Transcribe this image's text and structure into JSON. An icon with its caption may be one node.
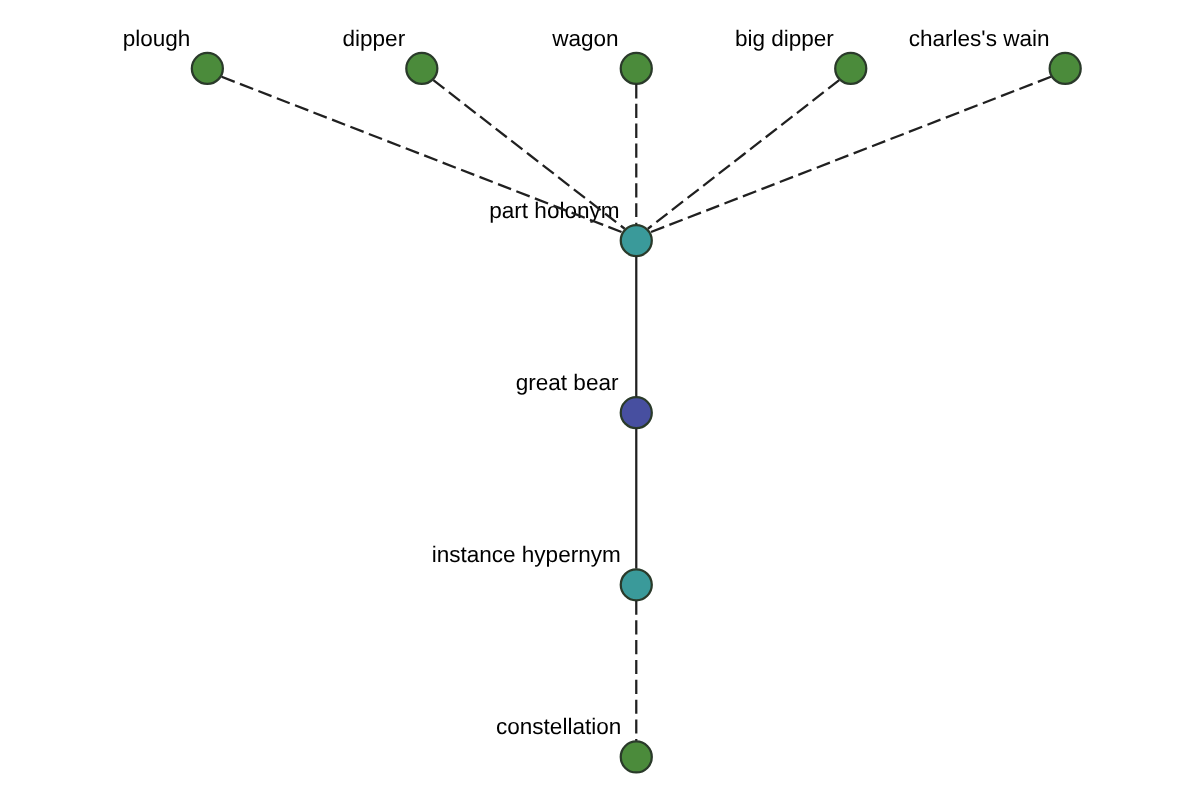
{
  "diagram": {
    "nodes": [
      {
        "text": [],
        "shape": "circle",
        "beside": [
          "plough"
        ]
      },
      {
        "text": [],
        "shape": "circle",
        "beside": [
          "dipper"
        ]
      },
      {
        "text": [],
        "shape": "circle",
        "beside": [
          "wagon"
        ]
      },
      {
        "text": [],
        "shape": "circle",
        "beside": [
          "big dipper"
        ]
      },
      {
        "text": [],
        "shape": "circle",
        "beside": [
          "part holonym"
        ]
      },
      {
        "text": [],
        "shape": "circle",
        "beside": [
          "charles's wain"
        ]
      },
      {
        "text": [],
        "shape": "circle",
        "beside": [
          "great bear"
        ]
      },
      {
        "text": [],
        "shape": "circle",
        "beside": [
          "instance hypernym"
        ]
      },
      {
        "text": [],
        "shape": "circle",
        "beside": [
          "constellation"
        ]
      }
    ],
    "edges": [
      {
        "from": 3,
        "to": 4,
        "arrow": "none",
        "style": "dashed"
      },
      {
        "from": 1,
        "to": 4,
        "arrow": "none",
        "style": "dashed"
      },
      {
        "from": 0,
        "to": 4,
        "arrow": "none",
        "style": "dashed"
      },
      {
        "from": 2,
        "to": 4,
        "arrow": "none",
        "style": "dashed"
      },
      {
        "from": 5,
        "to": 4,
        "arrow": "none",
        "style": "dashed"
      },
      {
        "from": 4,
        "to": 6,
        "arrow": "none"
      },
      {
        "from": 6,
        "to": 7,
        "arrow": "none"
      },
      {
        "from": 7,
        "to": 8,
        "arrow": "none",
        "style": "dashed"
      }
    ]
  }
}
